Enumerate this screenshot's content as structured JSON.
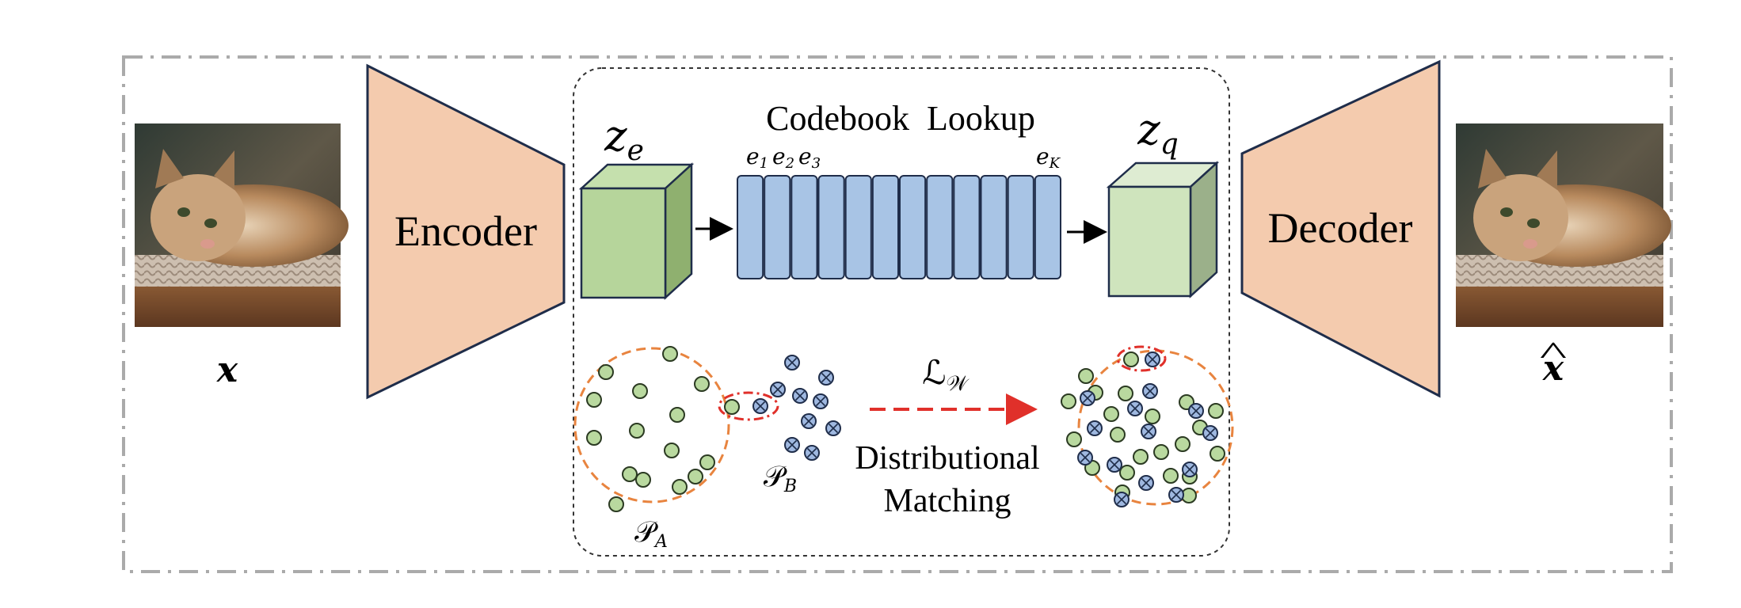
{
  "encoder": {
    "label": "Encoder"
  },
  "decoder": {
    "label": "Decoder"
  },
  "input": {
    "symbol": "x",
    "image": "cat-photo"
  },
  "output": {
    "symbol": "x",
    "accent": "^",
    "image": "cat-photo-reconstructed"
  },
  "codebook": {
    "title": "Codebook  Lookup",
    "entry_count": 12,
    "labels": {
      "e1": "e",
      "e1_sub": "1",
      "e2": "e",
      "e2_sub": "2",
      "e3": "e",
      "e3_sub": "3",
      "eK": "e",
      "eK_sub": "K"
    }
  },
  "latents": {
    "ze": {
      "base": "z",
      "sub": "e"
    },
    "zq": {
      "base": "z",
      "sub": "q"
    }
  },
  "matching": {
    "loss": {
      "base": "ℒ",
      "sub": "𝒲"
    },
    "caption_line1": "Distributional",
    "caption_line2": "Matching",
    "pA": {
      "base": "𝒫",
      "sub": "A"
    },
    "pB": {
      "base": "𝒫",
      "sub": "B"
    }
  },
  "colors": {
    "trapezoid": "#f4cbae",
    "cube_ze_front": "#b6d59b",
    "cube_zq_front": "#cfe4bd",
    "codebook": "#a8c4e5",
    "green_dot": "#b9d99f",
    "blue_dot": "#9fb8e0",
    "orange": "#e8843f",
    "red": "#e0302a",
    "outline": "#1f2d4a"
  }
}
